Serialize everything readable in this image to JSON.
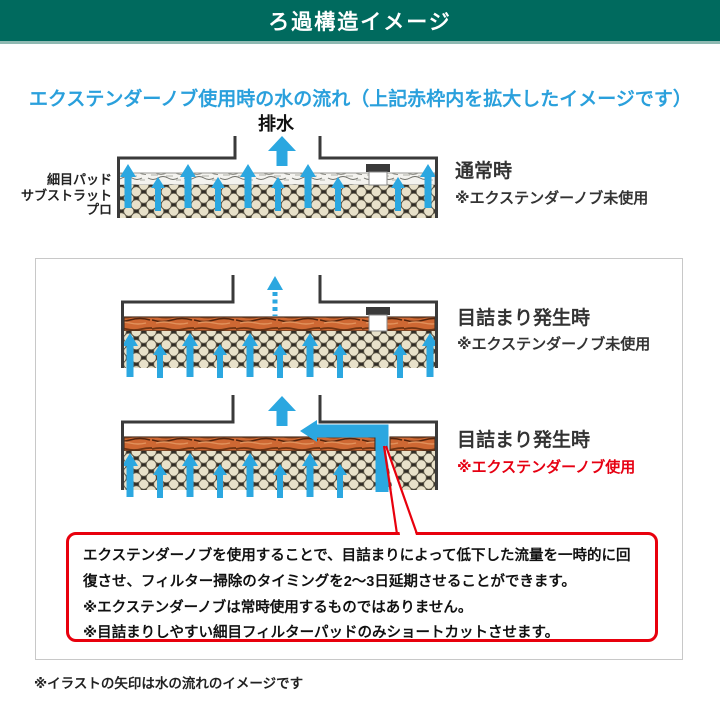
{
  "header": {
    "title": "ろ過構造イメージ"
  },
  "heading": {
    "text": "エクステンダーノブ使用時の水の流れ（上記赤枠内を拡大したイメージです）"
  },
  "diagram_normal": {
    "drain_label": "排水",
    "layer_labels": {
      "fine_pad": "細目パッド",
      "substrate": "サブストラット\nプロ"
    },
    "status": "通常時",
    "note": "※エクステンダーノブ未使用"
  },
  "diagram_clogged_unused": {
    "status": "目詰まり発生時",
    "note": "※エクステンダーノブ未使用"
  },
  "diagram_clogged_used": {
    "status": "目詰まり発生時",
    "note": "※エクステンダーノブ使用"
  },
  "callout": {
    "line1": "エクステンダーノブを使用することで、目詰まりによって低下した流量を一時的に回復させ、フィルター掃除のタイミングを2～3日延期させることができます。",
    "line2": "※エクステンダーノブは常時使用するものではありません。",
    "line3": "※目詰まりしやすい細目フィルターパッドのみショートカットさせます。"
  },
  "footnote": "※イラストの矢印は水の流れのイメージです",
  "colors": {
    "header_teal": "#006a5e",
    "heading_blue": "#2aa0dc",
    "arrow_blue": "#2ba7e0",
    "pad_orange": "#ce6833",
    "accent_red": "#e60012"
  }
}
